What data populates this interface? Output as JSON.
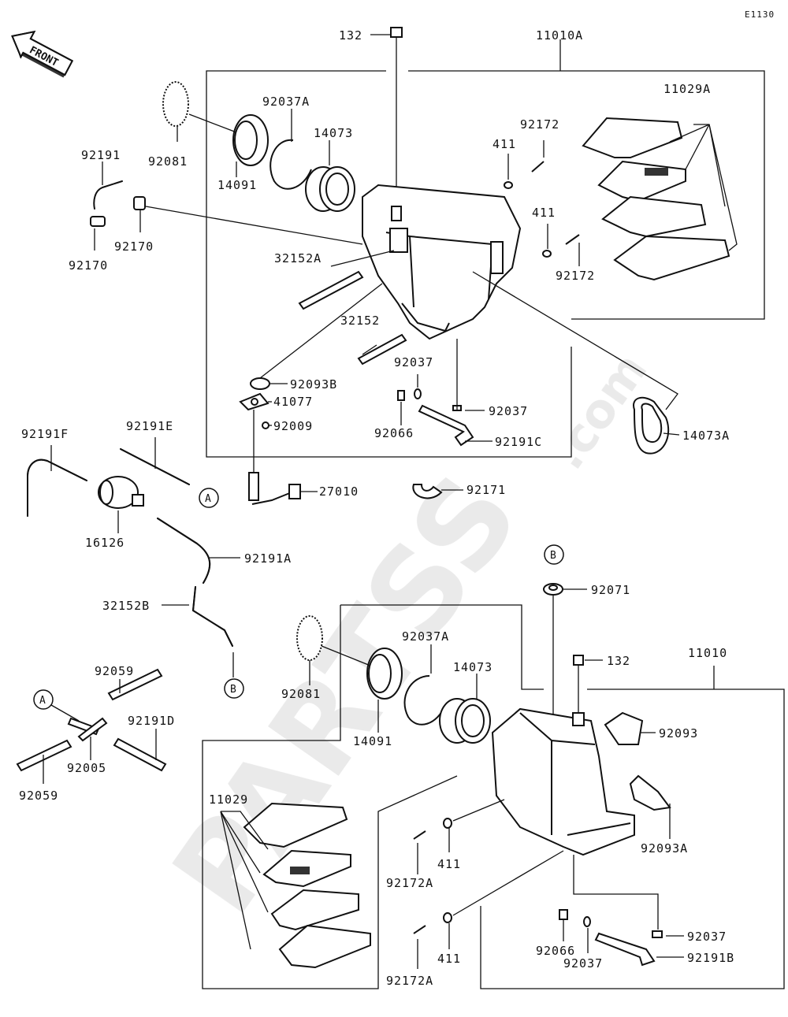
{
  "diagram_code": "E1130",
  "front_label": "FRONT",
  "watermark": {
    "brand": "PARTSS",
    "domain": ".com"
  },
  "circle_markers": {
    "a1": "A",
    "a2": "A",
    "b1": "B",
    "b2": "B"
  },
  "labels": {
    "p132_top": "132",
    "p11010A": "11010A",
    "p92037A_top": "92037A",
    "p14073_top": "14073",
    "p11029A": "11029A",
    "p92081_top": "92081",
    "p14091_top": "14091",
    "p92191": "92191",
    "p92170_left": "92170",
    "p92170_right": "92170",
    "p411_a": "411",
    "p92172_a": "92172",
    "p411_b": "411",
    "p92172_b": "92172",
    "p32152A": "32152A",
    "p32152": "32152",
    "p92037_mid": "92037",
    "p92093B": "92093B",
    "p41077": "41077",
    "p92009": "92009",
    "p92066_top": "92066",
    "p92037_mid2": "92037",
    "p92191C": "92191C",
    "p14073A": "14073A",
    "p92191F": "92191F",
    "p92191E": "92191E",
    "p27010": "27010",
    "p92171": "92171",
    "p16126": "16126",
    "p92191A": "92191A",
    "p32152B": "32152B",
    "p92071": "92071",
    "p92037A_bot": "92037A",
    "p132_bot": "132",
    "p11010": "11010",
    "p14073_bot": "14073",
    "p92081_bot": "92081",
    "p14091_bot": "14091",
    "p92059_top": "92059",
    "p92191D": "92191D",
    "p92005": "92005",
    "p92059_bot": "92059",
    "p92093": "92093",
    "p11029": "11029",
    "p92093A": "92093A",
    "p411_c": "411",
    "p92172A_a": "92172A",
    "p411_d": "411",
    "p92172A_b": "92172A",
    "p92066_bot": "92066",
    "p92037_bot1": "92037",
    "p92037_bot2": "92037",
    "p92191B": "92191B"
  }
}
